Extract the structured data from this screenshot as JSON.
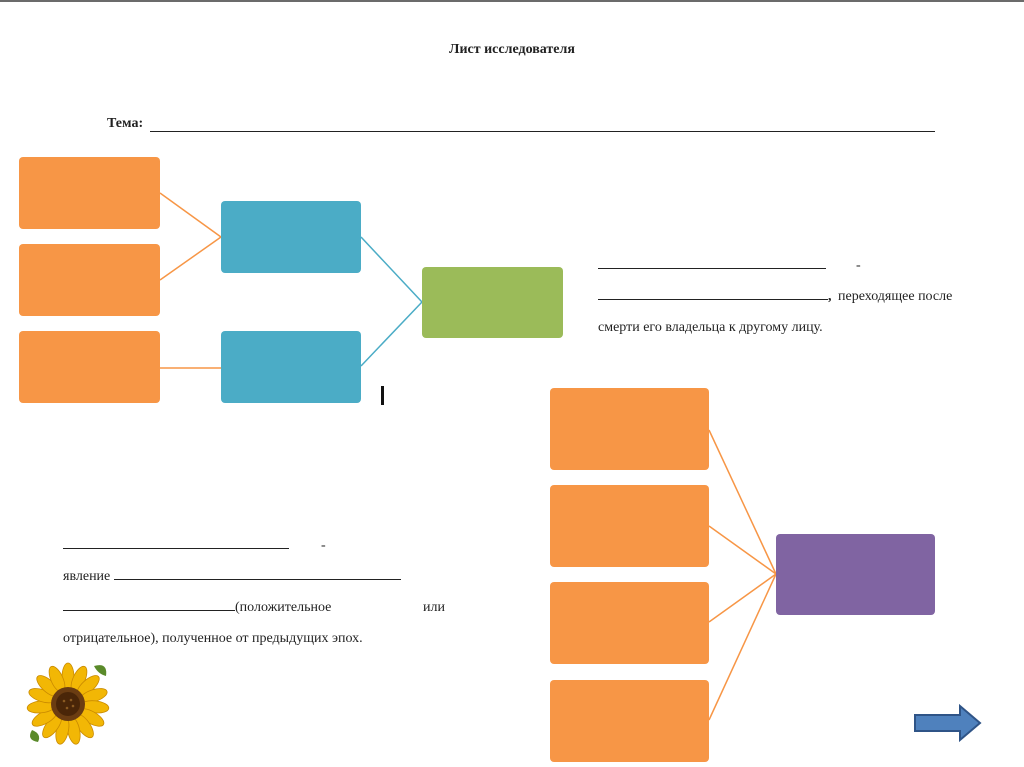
{
  "worksheet": {
    "title": "Лист исследователя",
    "topic_label": "Тема:"
  },
  "definition_inheritance": {
    "dash": "-",
    "comma": ",",
    "text_after_blank": "переходящее после",
    "line2": "смерти его владельца к другому лицу."
  },
  "definition_heritage": {
    "dash": "-",
    "word": "явление",
    "paren_text": "(положительное",
    "or_word": "или",
    "line4": "отрицательное), полученное от предыдущих эпох."
  },
  "colors": {
    "orange": "#f79646",
    "blue": "#4bacc6",
    "green": "#9bbb59",
    "purple": "#8064a2",
    "arrow": "#4f81bd"
  },
  "icons": {
    "decoration": "sunflower-icon",
    "navigation": "next-arrow-icon"
  }
}
